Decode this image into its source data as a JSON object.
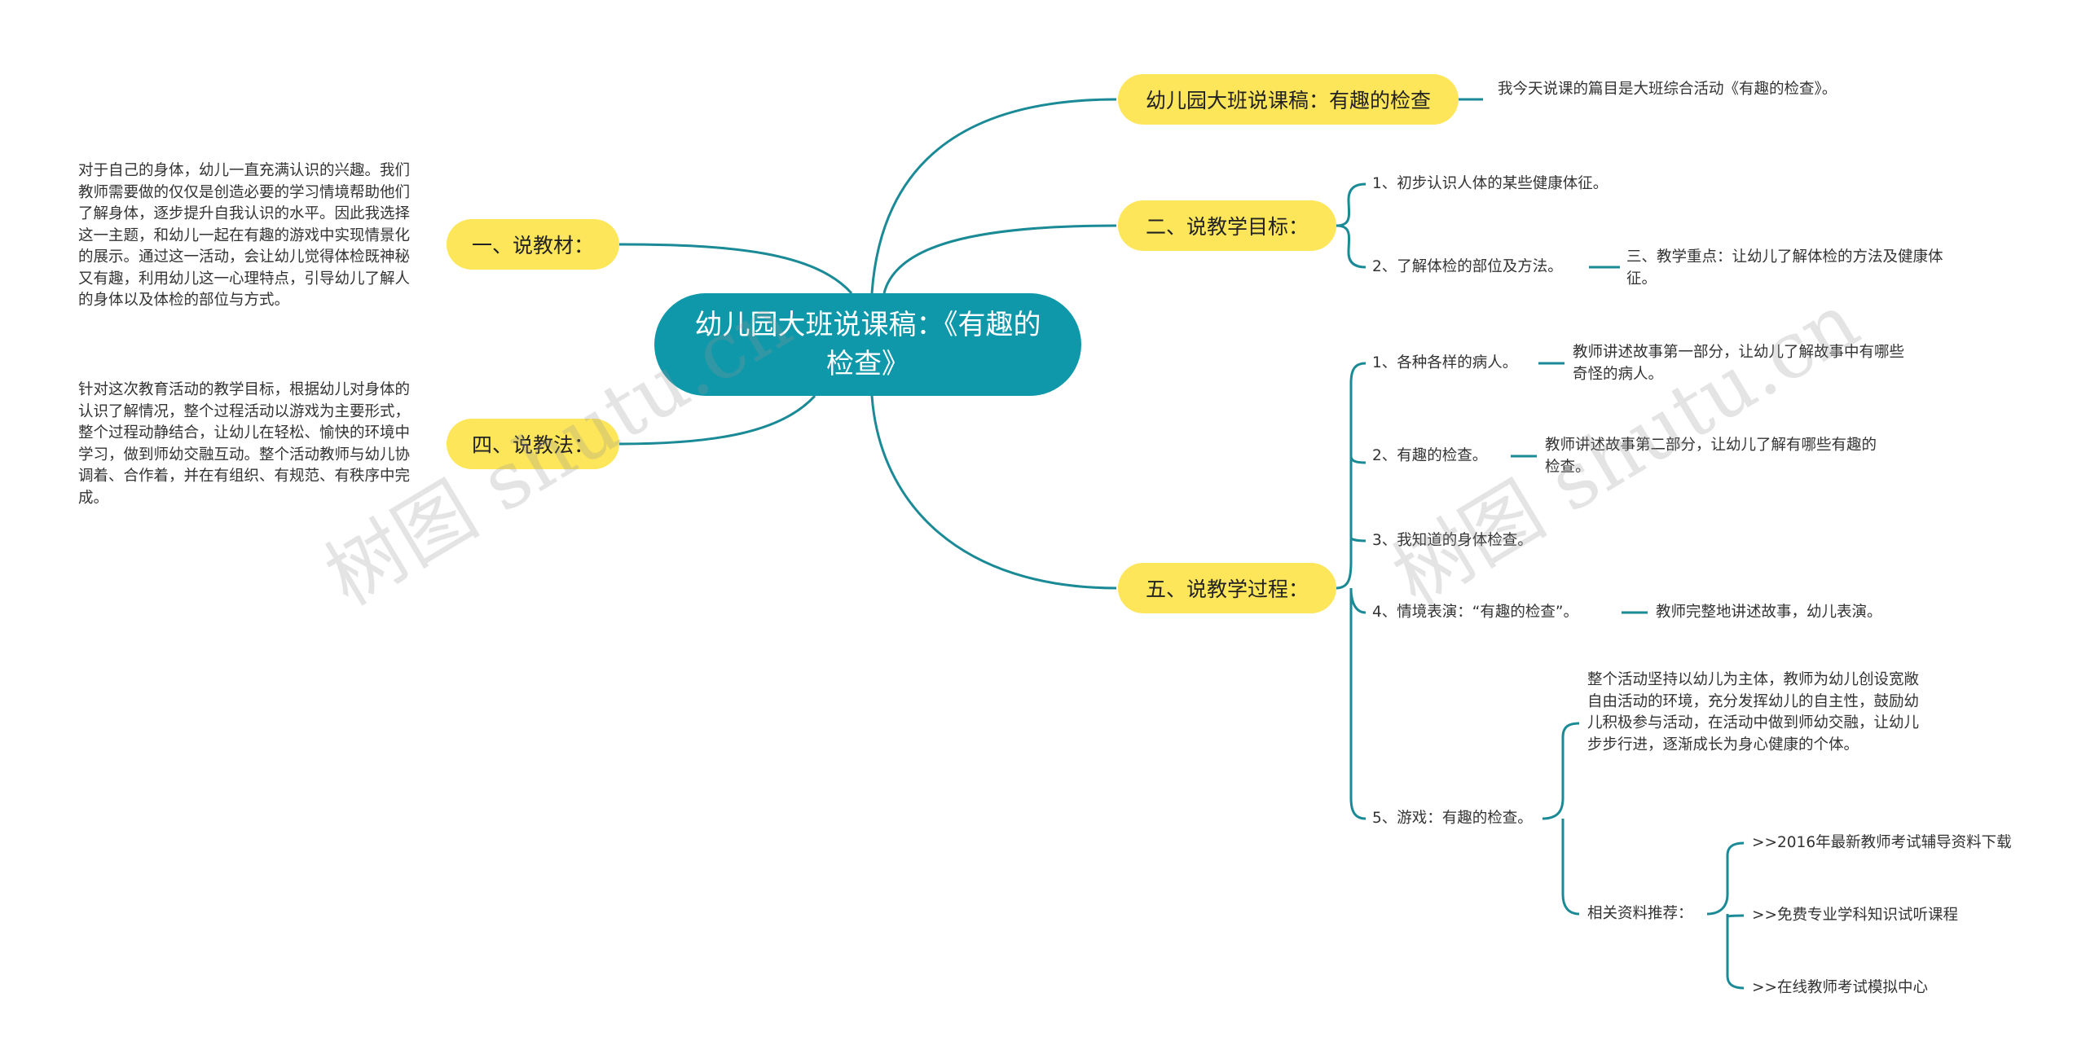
{
  "root": {
    "title": "幼儿园大班说课稿：《有趣的检查》"
  },
  "branches": {
    "title_node": {
      "label": "幼儿园大班说课稿：有趣的检查",
      "note": "我今天说课的篇目是大班综合活动《有趣的检查》。"
    },
    "goals": {
      "label": "二、说教学目标：",
      "items": [
        "1、初步认识人体的某些健康体征。",
        "2、了解体检的部位及方法。"
      ],
      "sub_note": "三、教学重点：让幼儿了解体检的方法及健康体征。"
    },
    "process": {
      "label": "五、说教学过程：",
      "items": [
        {
          "label": "1、各种各样的病人。",
          "note": "教师讲述故事第一部分，让幼儿了解故事中有哪些奇怪的病人。"
        },
        {
          "label": "2、有趣的检查。",
          "note": "教师讲述故事第二部分，让幼儿了解有哪些有趣的检查。"
        },
        {
          "label": "3、我知道的身体检查。"
        },
        {
          "label": "4、情境表演：“有趣的检查”。",
          "note": "教师完整地讲述故事，幼儿表演。"
        },
        {
          "label": "5、游戏：有趣的检查。"
        }
      ],
      "game_note": "整个活动坚持以幼儿为主体，教师为幼儿创设宽敞自由活动的环境，充分发挥幼儿的自主性，鼓励幼儿积极参与活动，在活动中做到师幼交融，让幼儿步步行进，逐渐成长为身心健康的个体。",
      "resources": {
        "label": "相关资料推荐：",
        "links": [
          ">>2016年最新教师考试辅导资料下载",
          ">>免费专业学科知识试听课程",
          ">>在线教师考试模拟中心"
        ]
      }
    },
    "material": {
      "label": "一、说教材：",
      "note": "对于自己的身体，幼儿一直充满认识的兴趣。我们教师需要做的仅仅是创造必要的学习情境帮助他们了解身体，逐步提升自我认识的水平。因此我选择这一主题，和幼儿一起在有趣的游戏中实现情景化的展示。通过这一活动，会让幼儿觉得体检既神秘又有趣，利用幼儿这一心理特点，引导幼儿了解人的身体以及体检的部位与方式。"
    },
    "method": {
      "label": "四、说教法：",
      "note": "针对这次教育活动的教学目标，根据幼儿对身体的认识了解情况，整个过程活动以游戏为主要形式，整个过程动静结合，让幼儿在轻松、愉快的环境中学习，做到师幼交融互动。整个活动教师与幼儿协调着、合作着，并在有组织、有规范、有秩序中完成。"
    }
  },
  "watermark": "树图 shutu.cn",
  "colors": {
    "root": "#0f98a9",
    "pill": "#fde65a",
    "line": "#1a8a96",
    "text": "#333333"
  }
}
